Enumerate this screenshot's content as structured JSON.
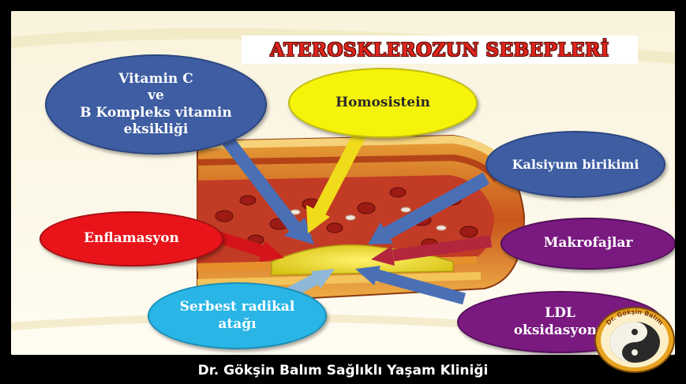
{
  "title": "ATEROSKLEROZUN SEBEPLERİ",
  "causes": {
    "vitamin": "Vitamin C\nve\nB Kompleks vitamin\neksikliği",
    "homosistein": "Homosistein",
    "kalsiyum": "Kalsiyum birikimi",
    "enflamasyon": "Enflamasyon",
    "makrofajlar": "Makrofajlar",
    "serbest": "Serbest radikal\natağı",
    "ldl": "LDL\noksidasyonu"
  },
  "footer": "Dr. Gökşin Balım Sağlıklı Yaşam Kliniği",
  "logo_text": "Dr. Gökşin Balım",
  "colors": {
    "title_red": "#e0261d",
    "blue": "#3e5da2",
    "yellow": "#f6f30a",
    "red": "#e8141a",
    "purple": "#7a1a80",
    "cyan": "#29b6e6"
  }
}
